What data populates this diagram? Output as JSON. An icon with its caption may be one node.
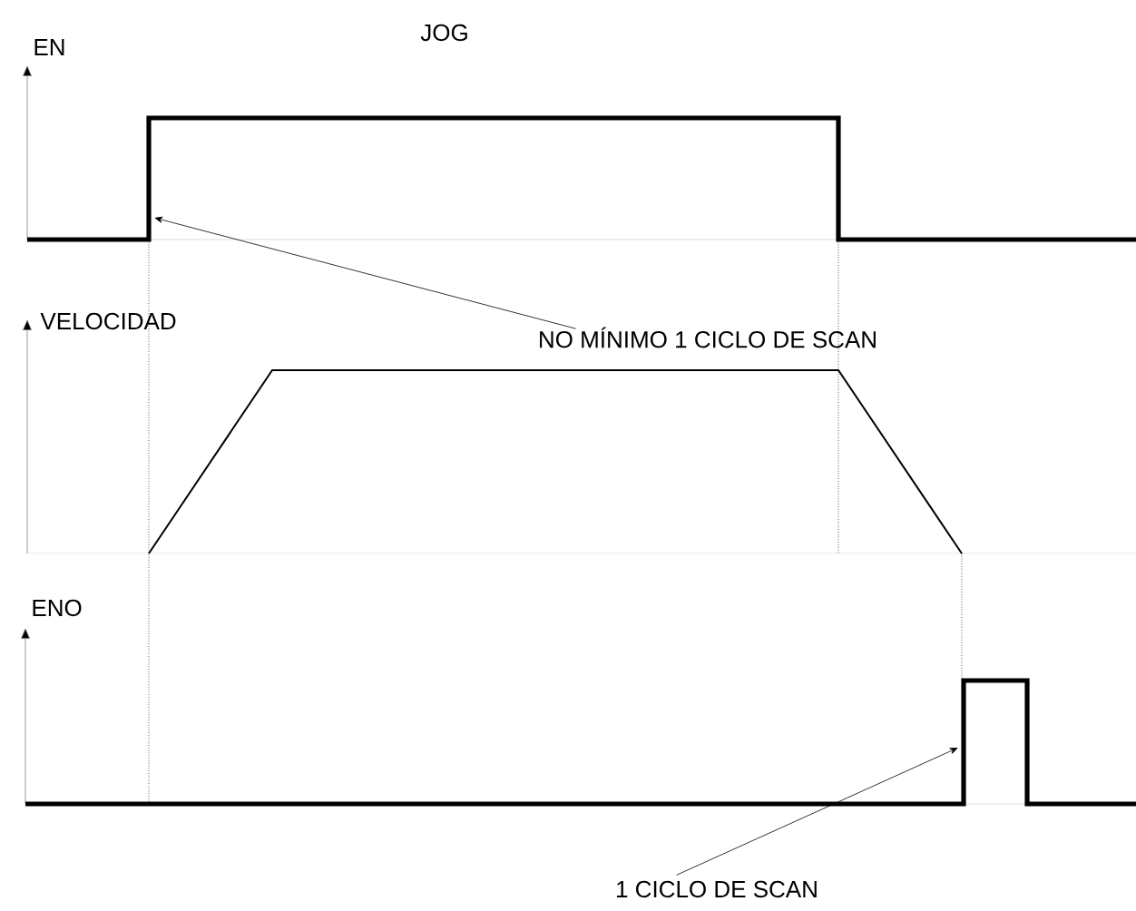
{
  "diagram": {
    "title": "JOG",
    "nodes": [
      {
        "text": [
          "NO MÍNIMO 1 CICLO DE SCAN"
        ]
      },
      {
        "text": [
          "1 CICLO DE SCAN"
        ]
      }
    ],
    "edges": [
      {
        "from": 0,
        "to": null,
        "arrow": "to"
      },
      {
        "from": 1,
        "to": null,
        "arrow": "to"
      }
    ],
    "labels": [
      "EN",
      "VELOCIDAD",
      "ENO"
    ]
  }
}
